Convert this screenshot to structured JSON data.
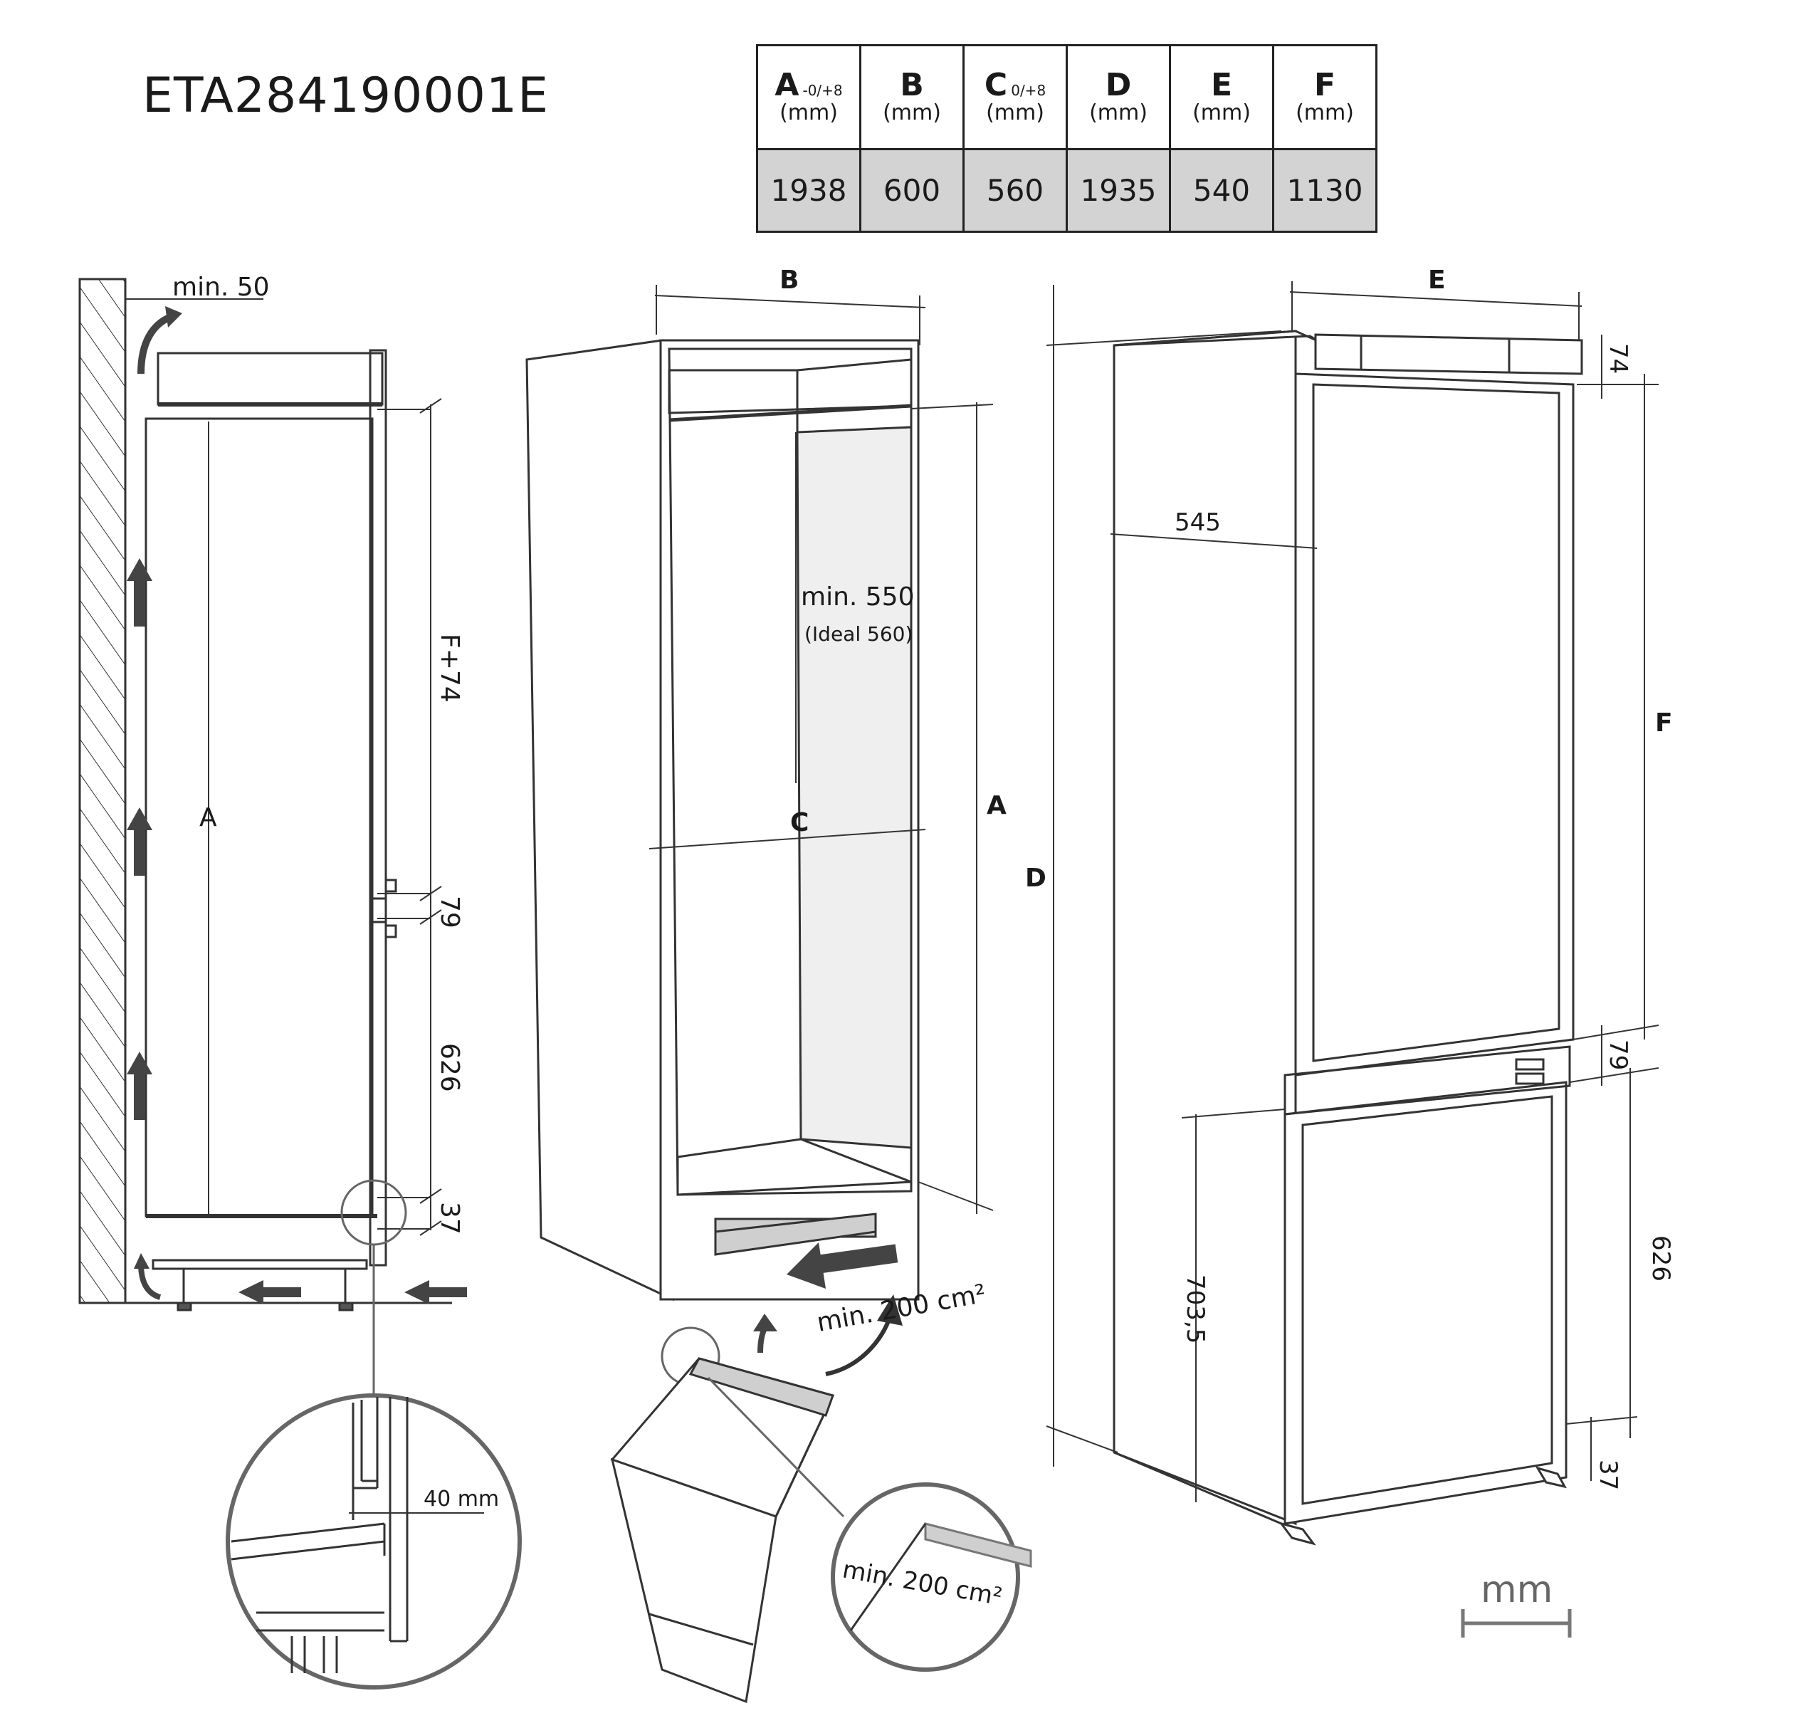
{
  "model": "ETA284190001E",
  "table": {
    "headers": [
      {
        "letter": "A",
        "sub": "-0/+8",
        "unit": "(mm)"
      },
      {
        "letter": "B",
        "sub": "",
        "unit": "(mm)"
      },
      {
        "letter": "C",
        "sub": "0/+8",
        "unit": "(mm)"
      },
      {
        "letter": "D",
        "sub": "",
        "unit": "(mm)"
      },
      {
        "letter": "E",
        "sub": "",
        "unit": "(mm)"
      },
      {
        "letter": "F",
        "sub": "",
        "unit": "(mm)"
      }
    ],
    "values": [
      "1938",
      "600",
      "560",
      "1935",
      "540",
      "1130"
    ]
  },
  "side_view": {
    "min50": "min. 50",
    "A": "A",
    "F74": "F+74",
    "d79": "79",
    "d626": "626",
    "d37": "37"
  },
  "cabinet": {
    "B": "B",
    "A": "A",
    "C": "C",
    "min550": "min. 550",
    "ideal": "(Ideal 560)",
    "vent": "min. 200 cm²"
  },
  "detail_left": {
    "gap": "40 mm"
  },
  "detail_bottom": {
    "vent": "min. 200 cm²"
  },
  "appliance": {
    "E": "E",
    "D": "D",
    "F": "F",
    "d545": "545",
    "d74": "74",
    "d79": "79",
    "d626": "626",
    "d7035": "703,5",
    "d37": "37"
  },
  "unit_label": "mm"
}
